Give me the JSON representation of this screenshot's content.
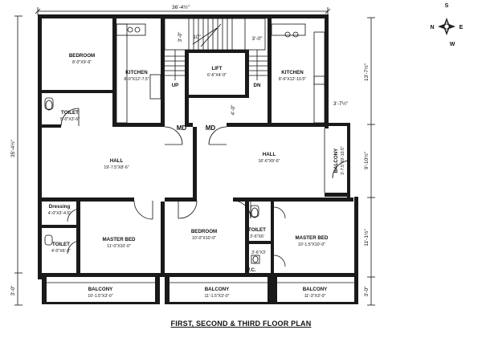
{
  "title": "FIRST, SECOND & THIRD FLOOR PLAN",
  "rooms": {
    "bedroom1": {
      "name": "BEDROOM",
      "dim": "8'-0\"X9'-6\""
    },
    "kitchen1": {
      "name": "KITCHEN",
      "dim": "8'-0\"X12'-7.5\""
    },
    "lift": {
      "name": "LIFT",
      "dim": "6'-6\"X4'-0\""
    },
    "up": {
      "name": "UP"
    },
    "dn": {
      "name": "DN"
    },
    "kitchen2": {
      "name": "KITCHEN",
      "dim": "8'-6\"X12'-10.5\""
    },
    "toilet1": {
      "name": "TOILET",
      "dim": "5'-0\"X3'-6\""
    },
    "md1": {
      "name": "MD"
    },
    "md2": {
      "name": "MD"
    },
    "hall1": {
      "name": "HALL",
      "dim": "19'-7.5\"X8'-6\""
    },
    "hall2": {
      "name": "HALL",
      "dim": "16'-6\"X9'-6\""
    },
    "balcony_right": {
      "name": "BALCONY",
      "dim": "3'-7.5\"X9'-10.5\""
    },
    "dressing": {
      "name": "Dressing",
      "dim": "4'-0\"X3'-4.5\""
    },
    "toilet2": {
      "name": "TOILET",
      "dim": "4'-0\"X6'-3\""
    },
    "master1": {
      "name": "MASTER BED",
      "dim": "11'-0\"X10'-0\""
    },
    "bedroom2": {
      "name": "BEDROOM",
      "dim": "10'-0\"X10'-0\""
    },
    "toilet3": {
      "name": "TOILET",
      "dim": "3'-6\"X6'"
    },
    "wc": {
      "name": "W.C.",
      "dim": "3'-6\"X3'"
    },
    "master2": {
      "name": "MASTER BED",
      "dim": "10'-1.5\"X10'-0\""
    },
    "balcony1": {
      "name": "BALCONY",
      "dim": "10'-1.5\"X3'-0\""
    },
    "balcony2": {
      "name": "BALCONY",
      "dim": "11'-1.5\"X3'-0\""
    },
    "balcony3": {
      "name": "BALCONY",
      "dim": "11'-3\"X3'-0\""
    }
  },
  "dimensions": {
    "top_total": "36'-4½\"",
    "left_total": "35'-4½\"",
    "left_bottom": "3'-0\"",
    "right_1": "13'-7½\"",
    "right_2": "9'-10½\"",
    "right_3": "11'-1½\"",
    "right_4": "3'-0\"",
    "stair_top": "3'-0\"",
    "stair_side": "3'-0\"",
    "stair_10": "10\"",
    "kitchen_top": "3'-0\"",
    "lobby_side": "4'-0\"",
    "balcony_top": "3'-7½\""
  },
  "compass": {
    "n": "N",
    "s": "S",
    "e": "E",
    "w": "W"
  }
}
